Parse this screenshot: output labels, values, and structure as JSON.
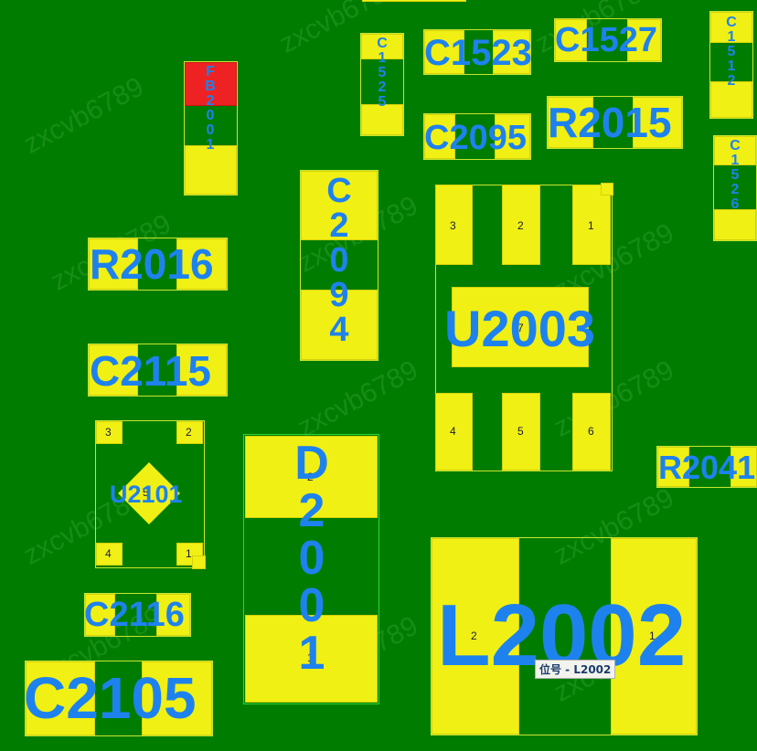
{
  "watermark": "zxcvb6789",
  "colors": {
    "board": "#007d00",
    "pad": "#f0f014",
    "pad_highlight": "#ee2222",
    "label": "#1e82ee"
  },
  "components": {
    "fb2001": {
      "ref": "FB2001"
    },
    "c1525": {
      "ref": "C1525"
    },
    "c1523": {
      "ref": "C1523"
    },
    "c1527": {
      "ref": "C1527"
    },
    "c1512": {
      "ref": "C1512"
    },
    "c2095": {
      "ref": "C2095"
    },
    "r2015": {
      "ref": "R2015"
    },
    "c1526": {
      "ref": "C1526"
    },
    "c2094": {
      "ref": "C2094"
    },
    "r2016": {
      "ref": "R2016"
    },
    "c2115": {
      "ref": "C2115"
    },
    "u2003": {
      "ref": "U2003",
      "pins": [
        "3",
        "2",
        "1",
        "7",
        "4",
        "5",
        "6"
      ]
    },
    "u2101": {
      "ref": "U2101",
      "pins": [
        "3",
        "2",
        "5",
        "4",
        "1"
      ]
    },
    "d2001": {
      "ref": "D2001",
      "pins": [
        "2",
        "1"
      ]
    },
    "r2041": {
      "ref": "R2041"
    },
    "l2002": {
      "ref": "L2002",
      "pins": [
        "2",
        "1"
      ]
    },
    "c2116": {
      "ref": "C2116"
    },
    "c2105": {
      "ref": "C2105"
    }
  },
  "tooltip": {
    "text": "位号 - L2002"
  }
}
